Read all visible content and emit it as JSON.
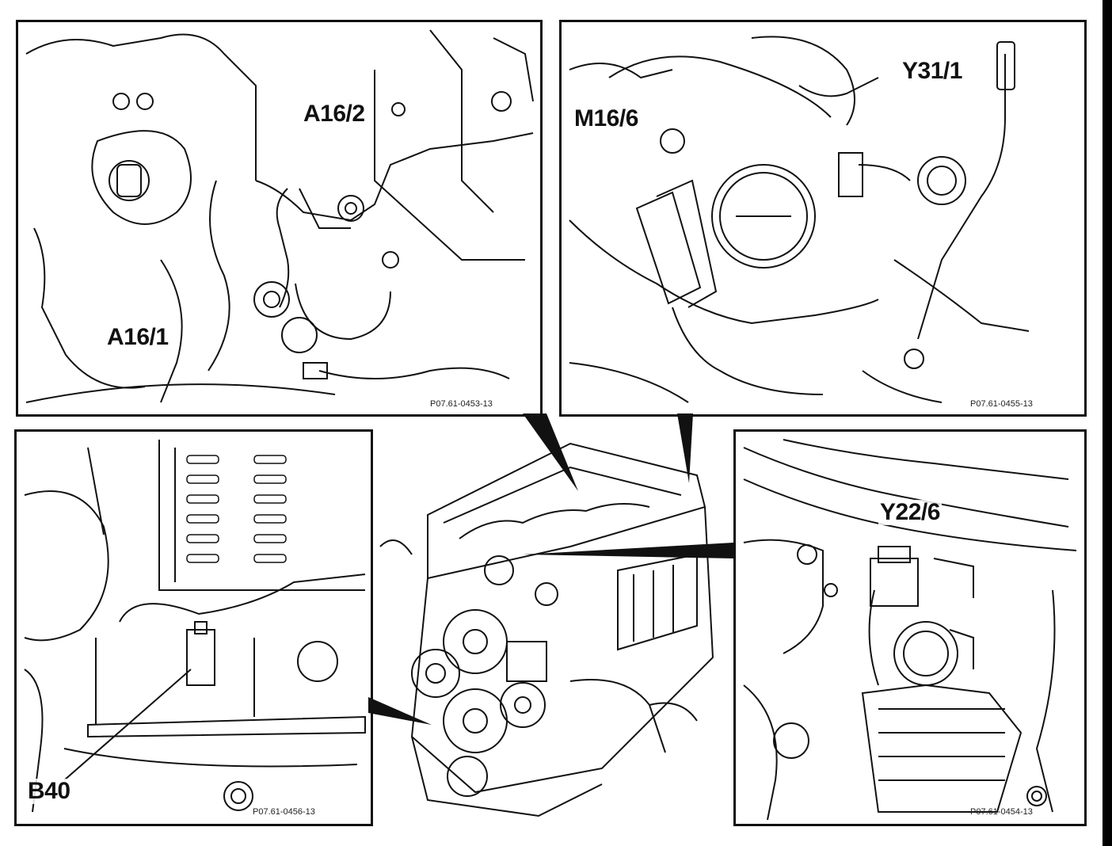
{
  "panels": {
    "top_left": {
      "labels": [
        "A16/2",
        "A16/1"
      ],
      "code": "P07.61-0453-13"
    },
    "top_right": {
      "labels": [
        "Y31/1",
        "M16/6"
      ],
      "code": "P07.61-0455-13"
    },
    "bottom_left": {
      "labels": [
        "B40"
      ],
      "code": "P07.61-0456-13"
    },
    "bottom_right": {
      "labels": [
        "Y22/6"
      ],
      "code": "P07.61-0454-13"
    }
  },
  "colors": {
    "line": "#111111",
    "background": "#ffffff"
  }
}
